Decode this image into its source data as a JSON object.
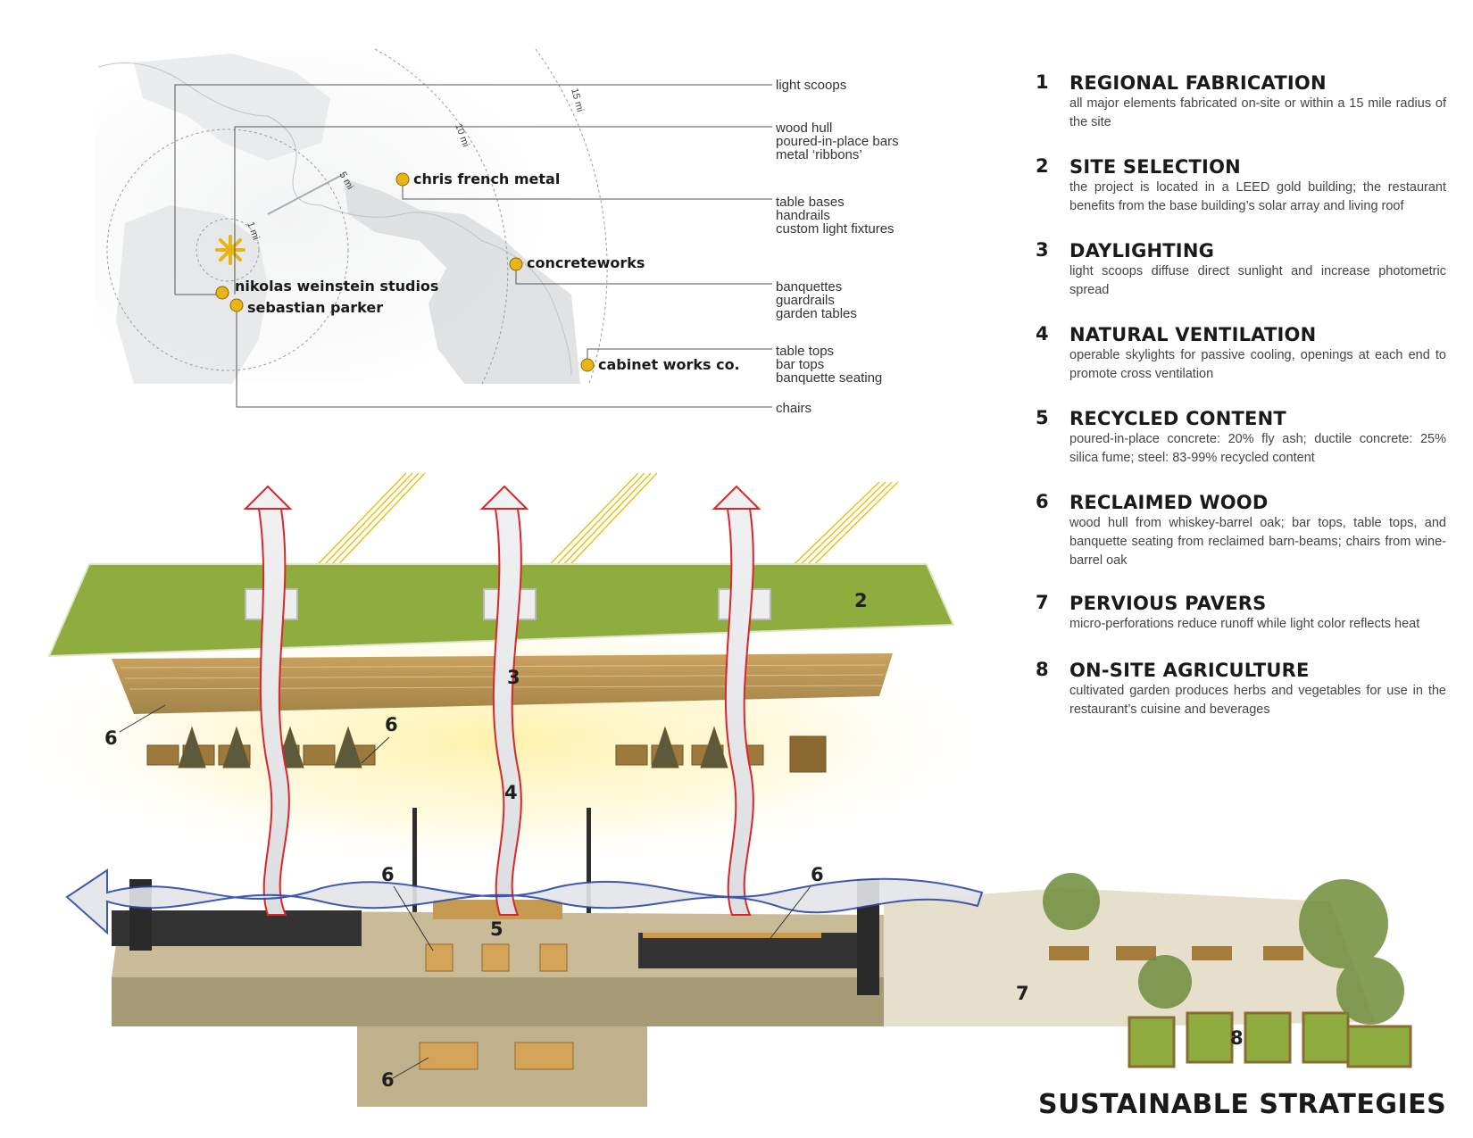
{
  "map": {
    "ring_labels": [
      "1 mi",
      "5 mi",
      "10 mi",
      "15 mi"
    ],
    "suppliers": [
      {
        "name": "chris french metal"
      },
      {
        "name": "concreteworks"
      },
      {
        "name": "nikolas weinstein studios"
      },
      {
        "name": "sebastian parker"
      },
      {
        "name": "cabinet works co."
      }
    ],
    "roles": [
      {
        "lines": [
          "light scoops"
        ]
      },
      {
        "lines": [
          "wood hull",
          "poured-in-place bars",
          "metal ‘ribbons’"
        ]
      },
      {
        "lines": [
          "table bases",
          "handrails",
          "custom light fixtures"
        ]
      },
      {
        "lines": [
          "banquettes",
          "guardrails",
          "garden tables"
        ]
      },
      {
        "lines": [
          "table tops",
          "bar tops",
          "banquette seating"
        ]
      },
      {
        "lines": [
          "chairs"
        ]
      }
    ],
    "accent": "#e8b416"
  },
  "strategies": [
    {
      "num": "1",
      "title": "REGIONAL FABRICATION",
      "desc": "all major elements fabricated on-site or within a 15 mile radius of the site"
    },
    {
      "num": "2",
      "title": "SITE SELECTION",
      "desc": "the project is located in a LEED gold building; the restaurant benefits from the base building’s solar array and living roof"
    },
    {
      "num": "3",
      "title": "DAYLIGHTING",
      "desc": "light scoops diffuse direct sunlight and increase photometric spread"
    },
    {
      "num": "4",
      "title": "NATURAL VENTILATION",
      "desc": "operable skylights for passive cooling, openings at each end to promote cross ventilation"
    },
    {
      "num": "5",
      "title": "RECYCLED CONTENT",
      "desc": "poured-in-place concrete: 20% fly ash; ductile concrete: 25% silica fume; steel: 83-99% recycled content"
    },
    {
      "num": "6",
      "title": "RECLAIMED WOOD",
      "desc": "wood hull from whiskey-barrel oak; bar tops, table tops, and banquette seating from reclaimed barn-beams; chairs from wine-barrel oak"
    },
    {
      "num": "7",
      "title": "PERVIOUS PAVERS",
      "desc": "micro-perforations reduce runoff while light color reflects heat"
    },
    {
      "num": "8",
      "title": "ON-SITE AGRICULTURE",
      "desc": "cultivated garden produces herbs and vegetables for use in the restaurant’s cuisine and beverages"
    }
  ],
  "diagram_callouts": {
    "roof": "2",
    "daylight": "3",
    "ventilation": "4",
    "concrete": "5",
    "wood_upper_left": "6",
    "wood_upper_mid": "6",
    "wood_lower_left": "6",
    "wood_lower_right": "6",
    "wood_bottom": "6",
    "pavers": "7",
    "garden": "8"
  },
  "footer": {
    "title": "SUSTAINABLE STRATEGIES"
  },
  "colors": {
    "roof": "#8fad3e",
    "wood": "#b08a44",
    "concrete": "#c9bb98",
    "dark_wall": "#333333",
    "warm_air": "#d8262b",
    "cool_air": "#2a48a6",
    "sun_rays": "#e8c21c"
  }
}
